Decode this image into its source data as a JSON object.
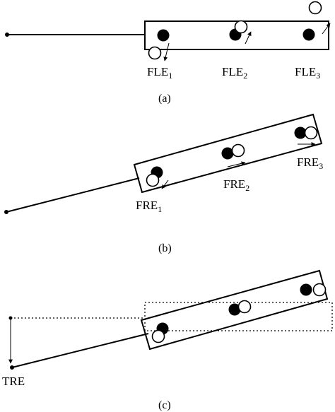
{
  "panel_a": {
    "caption": "(a)",
    "labels": [
      {
        "main": "FLE",
        "sub": "1"
      },
      {
        "main": "FLE",
        "sub": "2"
      },
      {
        "main": "FLE",
        "sub": "3"
      }
    ]
  },
  "panel_b": {
    "caption": "(b)",
    "labels": [
      {
        "main": "FRE",
        "sub": "1"
      },
      {
        "main": "FRE",
        "sub": "2"
      },
      {
        "main": "FRE",
        "sub": "3"
      }
    ]
  },
  "panel_c": {
    "caption": "(c)",
    "tre_label": "TRE"
  }
}
